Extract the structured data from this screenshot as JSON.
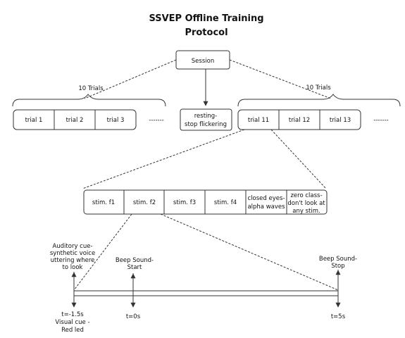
{
  "title": [
    "SSVEP Offline Training",
    "Protocol"
  ],
  "session": "Session",
  "group_left_label": "10 Trials",
  "group_right_label": "10 Trials",
  "trials_left": [
    "trial 1",
    "trial 2",
    "trial 3"
  ],
  "trials_right": [
    "trial 11",
    "trial 12",
    "trial 13"
  ],
  "ellipsis": "-------",
  "resting": [
    "resting-",
    "stop flickering"
  ],
  "stimuli": [
    [
      "stim. f1"
    ],
    [
      "stim. f2"
    ],
    [
      "stim. f3"
    ],
    [
      "stim. f4"
    ],
    [
      "closed eyes-",
      "alpha waves"
    ],
    [
      "zero class-",
      "don't look at",
      "any stim."
    ]
  ],
  "timeline": {
    "cue_top": [
      "Auditory cue-",
      "synthetic voice",
      "uttering where",
      "to look"
    ],
    "beep_start": [
      "Beep Sound-",
      "Start"
    ],
    "beep_stop": [
      "Beep Sound-",
      "Stop"
    ],
    "t_cue": "t=-1.5s",
    "visual_cue": [
      "Visual cue -",
      "Red led"
    ],
    "t0": "t=0s",
    "t5": "t=5s"
  }
}
